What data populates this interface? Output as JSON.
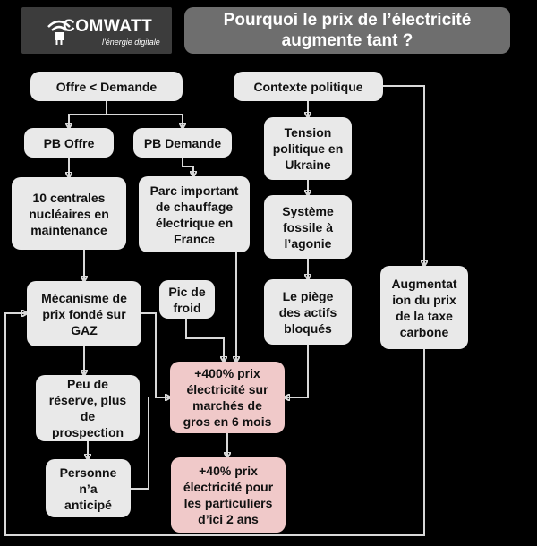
{
  "header": {
    "logo_text": "COMWATT",
    "logo_tagline": "l'énergie digitale",
    "title": "Pourquoi le prix de l’électricité augmente tant ?"
  },
  "nodes": {
    "offre_demande": "Offre < Demande",
    "contexte_politique": "Contexte politique",
    "pb_offre": "PB Offre",
    "pb_demande": "PB Demande",
    "tension_ukraine": "Tension politique en Ukraine",
    "centrales": "10 centrales nucléaires en maintenance",
    "chauffage": "Parc important de chauffage électrique en France",
    "systeme_fossile": "Système fossile à l’agonie",
    "taxe_carbone": "Augmentat ion du prix de la taxe carbone",
    "mecanisme_gaz": "Mécanisme de prix fondé sur GAZ",
    "pic_froid": "Pic de froid",
    "piege_actifs": "Le piège des actifs bloqués",
    "peu_reserve": "Peu de réserve, plus de prospection",
    "hausse_gros": "+400% prix électricité sur marchés de gros en 6 mois",
    "personne": "Personne n’a anticipé",
    "hausse_particuliers": "+40% prix électricité pour les particuliers d’ici 2 ans"
  },
  "colors": {
    "background": "#000000",
    "box": "#e9e9e9",
    "result_box": "#f0c9c9",
    "title_bar": "#6e6e6e",
    "connector": "#d9d9d9"
  }
}
